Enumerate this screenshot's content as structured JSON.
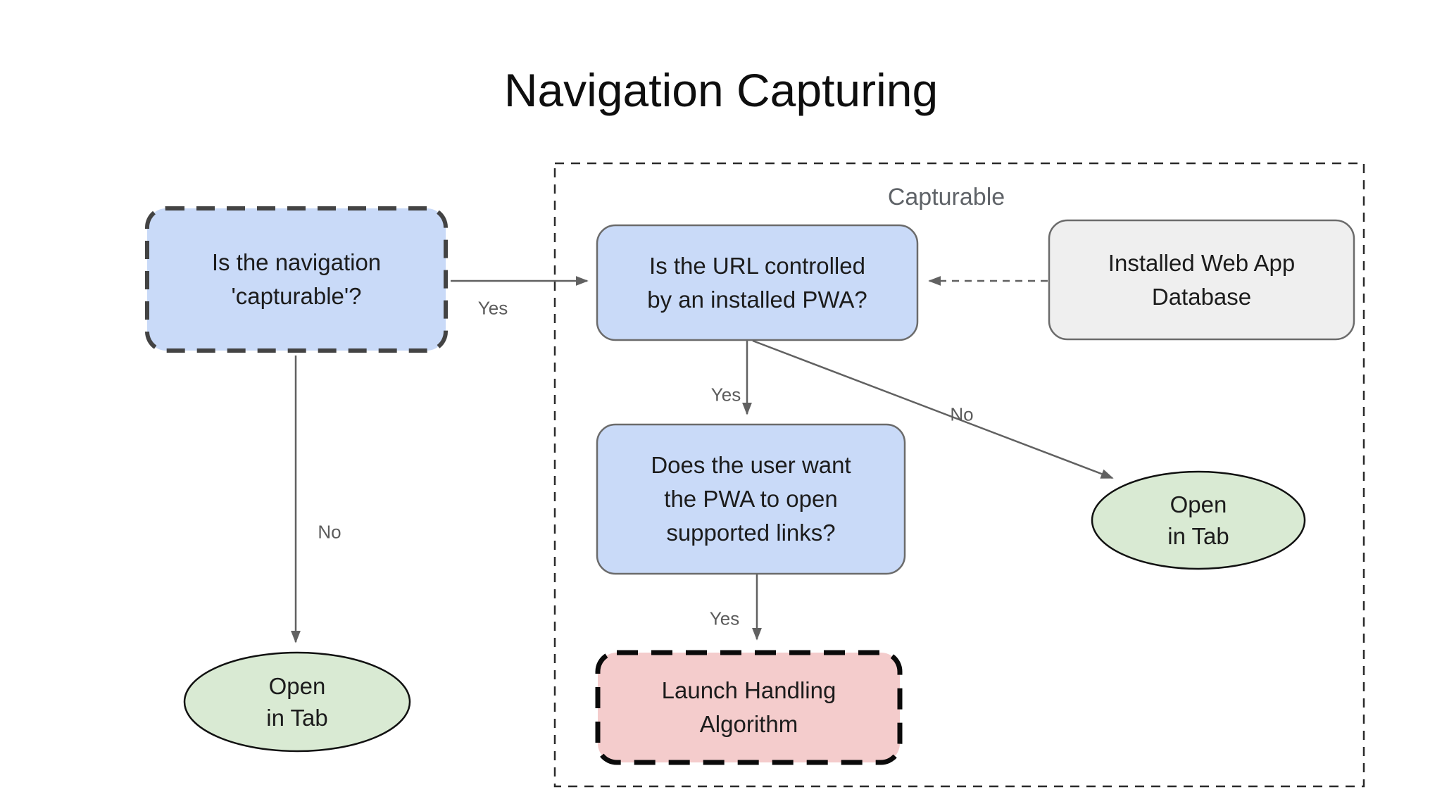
{
  "title": "Navigation Capturing",
  "group": {
    "label": "Capturable"
  },
  "colors": {
    "decision_fill": "#c9daf8",
    "decision_dashed_border": "#434343",
    "solid_border": "#6b6b6b",
    "db_fill": "#efefef",
    "terminal_fill": "#d9ead3",
    "terminal_border": "#111111",
    "process_fill": "#f4cccc",
    "process_border": "#0a0a0a",
    "arrow": "#616161",
    "label_gray": "#5c5c5c"
  },
  "nodes": {
    "capturable_question": {
      "lines": [
        "Is the navigation",
        "'capturable'?"
      ]
    },
    "url_question": {
      "lines": [
        "Is the URL controlled",
        "by an installed PWA?"
      ]
    },
    "installed_db": {
      "lines": [
        "Installed Web App",
        "Database"
      ]
    },
    "user_want_question": {
      "lines": [
        "Does the user want",
        "the PWA to open",
        "supported links?"
      ]
    },
    "launch_handling": {
      "lines": [
        "Launch Handling",
        "Algorithm"
      ]
    },
    "open_in_tab_left": {
      "lines": [
        "Open",
        "in Tab"
      ]
    },
    "open_in_tab_right": {
      "lines": [
        "Open",
        "in Tab"
      ]
    }
  },
  "edge_labels": {
    "capturable_yes": "Yes",
    "capturable_no": "No",
    "url_yes": "Yes",
    "url_no": "No",
    "user_yes": "Yes"
  }
}
